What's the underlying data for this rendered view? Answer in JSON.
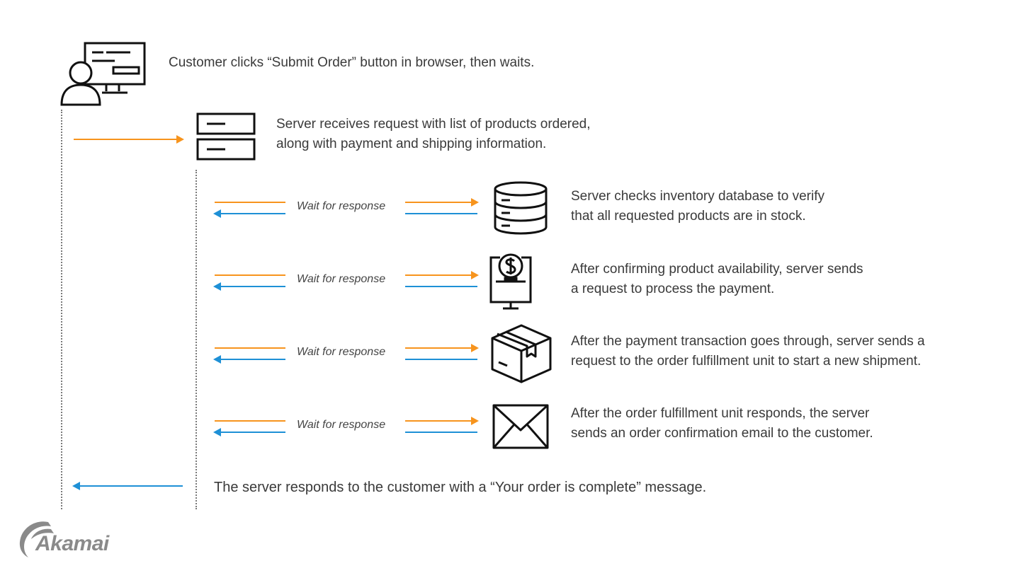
{
  "steps": {
    "customer": "Customer clicks “Submit Order” button in browser, then waits.",
    "server_line1": "Server receives request with list of products ordered,",
    "server_line2": "along with payment and shipping information.",
    "inventory_line1": "Server checks inventory database to verify",
    "inventory_line2": "that all requested products are in stock.",
    "payment_line1": "After confirming product availability, server sends",
    "payment_line2": "a request to process the payment.",
    "shipment_line1": "After the payment transaction goes through, server sends a",
    "shipment_line2": "request to the order fulfillment unit to start a new shipment.",
    "email_line1": "After the order fulfillment unit responds, the server",
    "email_line2": "sends an order confirmation email to the customer.",
    "response": "The server responds to the customer with a “Your order is complete” message."
  },
  "wait_label": "Wait for response",
  "logo": {
    "text": "Akamai"
  },
  "icons": [
    "customer-computer-icon",
    "server-icon",
    "database-icon",
    "payment-monitor-icon",
    "package-box-icon",
    "envelope-icon"
  ],
  "colors": {
    "request": "#f7941d",
    "response": "#1e90d6",
    "text": "#3a3a3a",
    "logo": "#8a8a8a"
  }
}
